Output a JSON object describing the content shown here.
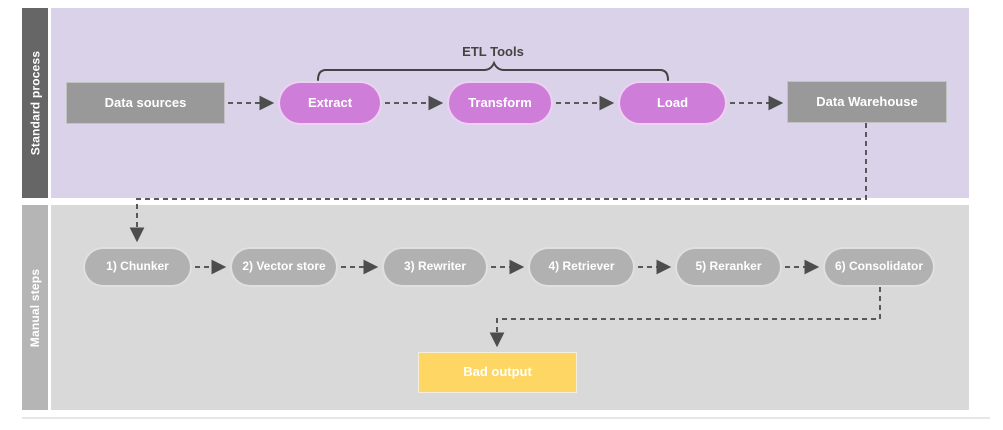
{
  "lanes": {
    "standard": {
      "label": "Standard process",
      "background": "#d9d2e9",
      "sidebar_color": "#666666"
    },
    "manual": {
      "label": "Manual steps",
      "background": "#d9d9d9",
      "sidebar_color": "#b5b5b5"
    }
  },
  "bracket": {
    "label": "ETL Tools"
  },
  "nodes": {
    "data_sources": {
      "label": "Data sources",
      "shape": "rect",
      "color": "#999999"
    },
    "extract": {
      "label": "Extract",
      "shape": "pill",
      "color": "#ce7dd9"
    },
    "transform": {
      "label": "Transform",
      "shape": "pill",
      "color": "#ce7dd9"
    },
    "load": {
      "label": "Load",
      "shape": "pill",
      "color": "#ce7dd9"
    },
    "data_warehouse": {
      "label": "Data Warehouse",
      "shape": "rect",
      "color": "#999999"
    },
    "chunker": {
      "label": "1) Chunker",
      "shape": "pill",
      "color": "#b1b1b1"
    },
    "vector_store": {
      "label": "2) Vector store",
      "shape": "pill",
      "color": "#b1b1b1"
    },
    "rewriter": {
      "label": "3) Rewriter",
      "shape": "pill",
      "color": "#b1b1b1"
    },
    "retriever": {
      "label": "4) Retriever",
      "shape": "pill",
      "color": "#b1b1b1"
    },
    "reranker": {
      "label": "5) Reranker",
      "shape": "pill",
      "color": "#b1b1b1"
    },
    "consolidator": {
      "label": "6) Consolidator",
      "shape": "pill",
      "color": "#b1b1b1"
    },
    "bad_output": {
      "label": "Bad output",
      "shape": "rect",
      "color": "#fdd663"
    }
  },
  "edges": [
    {
      "from": "data_sources",
      "to": "extract",
      "style": "dashed-arrow"
    },
    {
      "from": "extract",
      "to": "transform",
      "style": "dashed-arrow"
    },
    {
      "from": "transform",
      "to": "load",
      "style": "dashed-arrow"
    },
    {
      "from": "load",
      "to": "data_warehouse",
      "style": "dashed-arrow"
    },
    {
      "from": "data_warehouse",
      "to": "chunker",
      "style": "dashed-arrow-elbow"
    },
    {
      "from": "chunker",
      "to": "vector_store",
      "style": "dashed-arrow"
    },
    {
      "from": "vector_store",
      "to": "rewriter",
      "style": "dashed-arrow"
    },
    {
      "from": "rewriter",
      "to": "retriever",
      "style": "dashed-arrow"
    },
    {
      "from": "retriever",
      "to": "reranker",
      "style": "dashed-arrow"
    },
    {
      "from": "reranker",
      "to": "consolidator",
      "style": "dashed-arrow"
    },
    {
      "from": "consolidator",
      "to": "bad_output",
      "style": "dashed-arrow-elbow"
    }
  ],
  "colors": {
    "edge": "#595959",
    "arrowhead": "#4d4d4d",
    "bracket_stroke": "#434343",
    "bracket_label_text": "#434343",
    "node_text": "#ffffff"
  }
}
